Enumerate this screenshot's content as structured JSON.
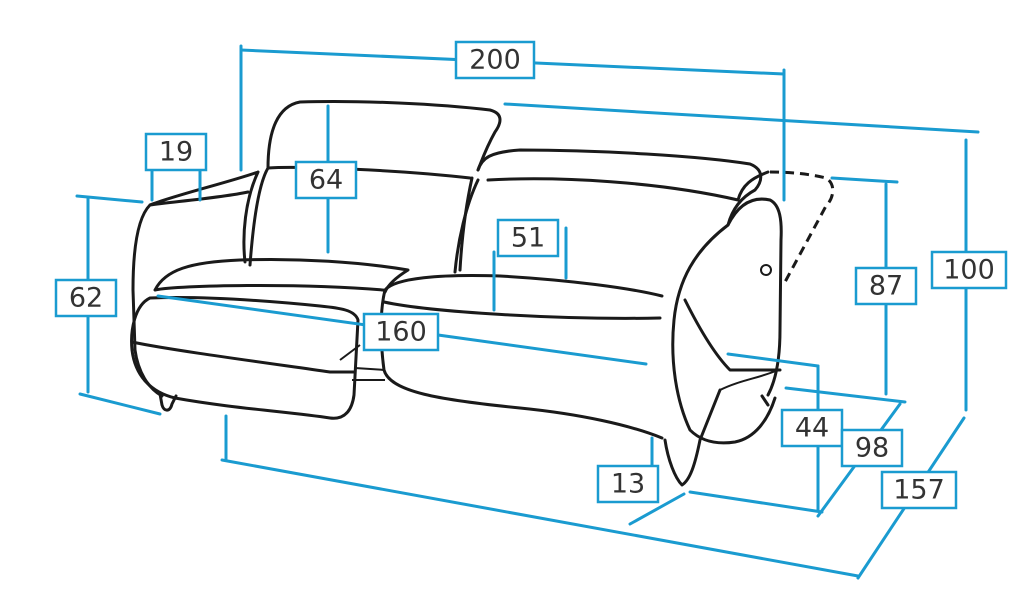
{
  "diagram": {
    "colors": {
      "dimension": "#1a9bd0",
      "outline": "#1a1a1a",
      "background": "#ffffff"
    },
    "dimensions": {
      "total_width": "200",
      "armrest_width": "19",
      "headrest_height": "64",
      "seat_depth": "51",
      "arm_height": "62",
      "seat_width": "160",
      "reclined_height": "87",
      "total_height": "100",
      "seat_height": "44",
      "depth": "98",
      "reclined_depth": "157",
      "leg_height": "13"
    }
  }
}
